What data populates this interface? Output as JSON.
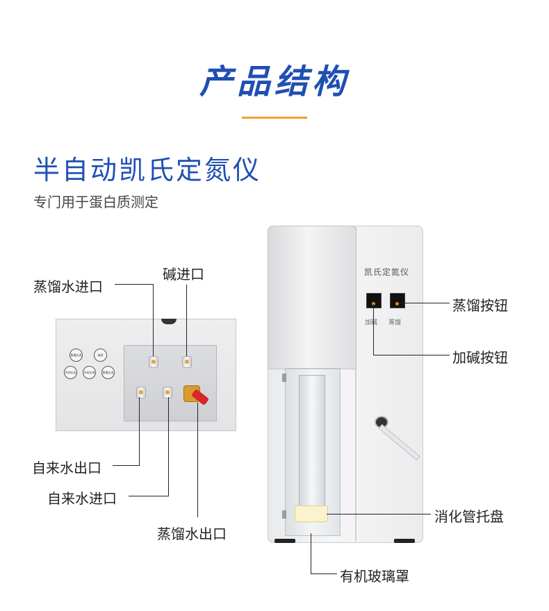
{
  "header": {
    "title": "产品结构",
    "product_name": "半自动凯氏定氮仪",
    "subtitle": "专门用于蛋白质测定"
  },
  "machine": {
    "panel_title": "凯氏定氮仪",
    "switch_left_label": "加碱",
    "switch_right_label": "蒸馏"
  },
  "inset": {
    "badges": [
      "蒸馏水进",
      "碱进",
      "冷却水出",
      "冷却水进",
      "蒸馏水出"
    ]
  },
  "callouts": {
    "distilled_water_in": "蒸馏水进口",
    "alkali_in": "碱进口",
    "tap_water_out": "自来水出口",
    "tap_water_in": "自来水进口",
    "distilled_water_out": "蒸馏水出口",
    "distill_button": "蒸馏按钮",
    "alkali_button": "加碱按钮",
    "digestion_tube_tray": "消化管托盘",
    "glass_cover": "有机玻璃罩"
  },
  "colors": {
    "title_blue": "#1f4fb4",
    "accent_orange": "#f0a030"
  }
}
